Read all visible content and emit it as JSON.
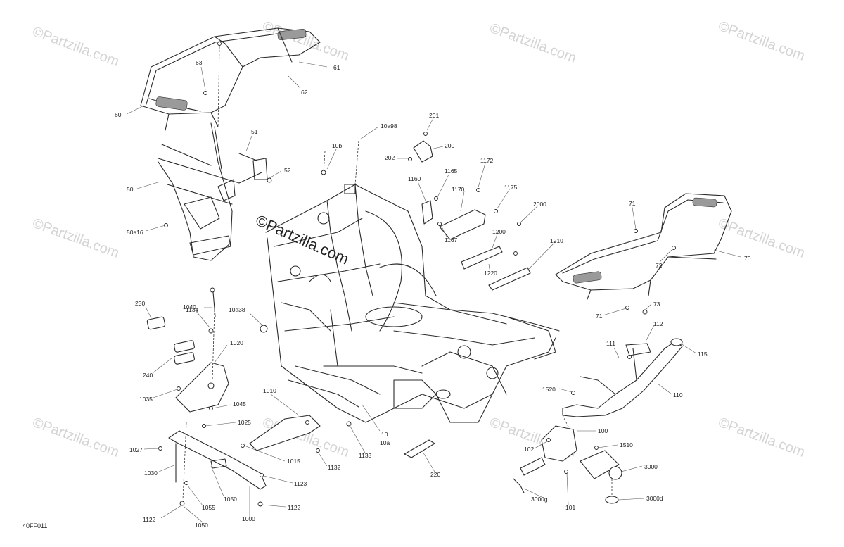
{
  "diagram": {
    "code": "40FF011",
    "watermark": "©Partzilla.com",
    "overlay_watermark": "©Partzilla.com",
    "callouts": [
      "60",
      "63",
      "61",
      "62",
      "51",
      "52",
      "50",
      "50a16",
      "10b",
      "10a98",
      "201",
      "200",
      "202",
      "1160",
      "1165",
      "1172",
      "1170",
      "1175",
      "2000",
      "1167",
      "1200",
      "1210",
      "1220",
      "71",
      "72",
      "70",
      "73",
      "1040",
      "230",
      "1134",
      "10a38",
      "1020",
      "240",
      "1035",
      "1045",
      "1025",
      "1027",
      "1030",
      "1010",
      "1015",
      "1132",
      "1133",
      "10",
      "10a",
      "1050",
      "1055",
      "1123",
      "1122",
      "1000",
      "220",
      "112",
      "111",
      "115",
      "110",
      "1520",
      "100",
      "1510",
      "102",
      "3000",
      "3000g",
      "101",
      "3000d"
    ]
  }
}
